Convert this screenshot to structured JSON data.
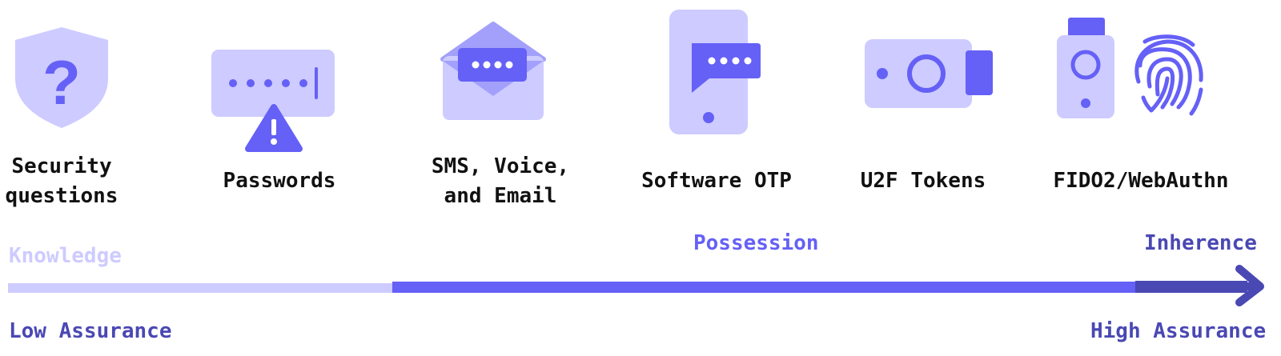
{
  "colors": {
    "light": "#cdcbff",
    "mid": "#a3a0fb",
    "accent": "#6560f6",
    "dark": "#4a48b3",
    "text": "#111111",
    "white": "#ffffff"
  },
  "methods": [
    {
      "icon": "shield-question-icon",
      "lines": [
        "Security",
        "questions"
      ]
    },
    {
      "icon": "password-warning-icon",
      "lines": [
        "Passwords"
      ]
    },
    {
      "icon": "envelope-icon",
      "lines": [
        "SMS, Voice,",
        "and Email"
      ]
    },
    {
      "icon": "phone-chat-icon",
      "lines": [
        "Software OTP"
      ]
    },
    {
      "icon": "usb-token-icon",
      "lines": [
        "U2F Tokens"
      ]
    },
    {
      "icon": "fido-key-fingerprint-icon",
      "lines": [
        "FIDO2/WebAuthn"
      ]
    }
  ],
  "categories": {
    "knowledge": "Knowledge",
    "possession": "Possession",
    "inherence": "Inherence"
  },
  "assurance": {
    "low": "Low Assurance",
    "high": "High Assurance"
  }
}
